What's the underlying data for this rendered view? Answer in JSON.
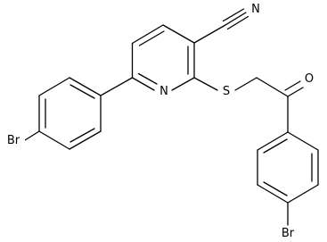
{
  "molecule": {
    "atoms": {
      "n_pyridine": "N",
      "sulfur": "S",
      "nitrile_n": "N",
      "carbonyl_o": "O",
      "bromine_left": "Br",
      "bromine_bottom": "Br"
    }
  },
  "colors": {
    "bond": "#000000",
    "label": "#000000",
    "background": "#ffffff"
  }
}
